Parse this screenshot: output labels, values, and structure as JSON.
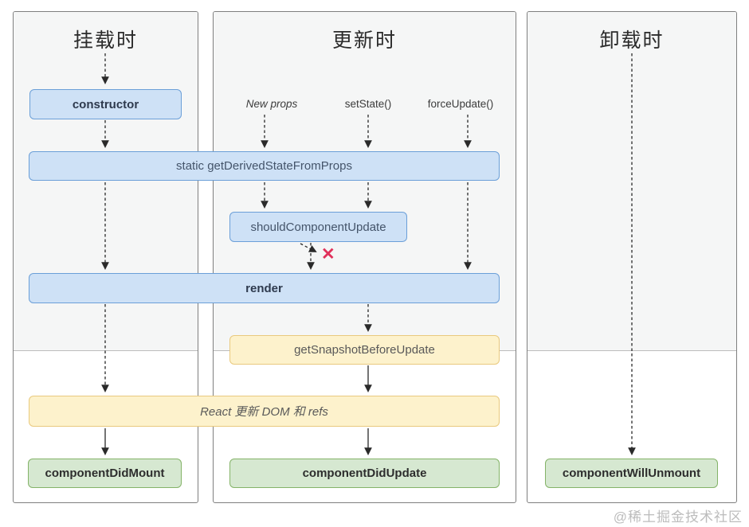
{
  "columns": [
    {
      "title": "挂载时"
    },
    {
      "title": "更新时"
    },
    {
      "title": "卸载时"
    }
  ],
  "triggers": {
    "new_props": "New props",
    "set_state": "setState()",
    "force_update": "forceUpdate()"
  },
  "nodes": {
    "constructor": "constructor",
    "get_derived_state_from_props": "static getDerivedStateFromProps",
    "should_component_update": "shouldComponentUpdate",
    "render": "render",
    "get_snapshot_before_update": "getSnapshotBeforeUpdate",
    "react_updates_dom": "React 更新 DOM 和 refs",
    "component_did_mount": "componentDidMount",
    "component_did_update": "componentDidUpdate",
    "component_will_unmount": "componentWillUnmount"
  },
  "annotations": {
    "skip_render_mark": "✕"
  },
  "watermark": "@稀土掘金技术社区",
  "colors": {
    "blue_fill": "#cee1f6",
    "blue_border": "#6b9fd8",
    "yellow_fill": "#fdf2cc",
    "yellow_border": "#e9c97e",
    "green_fill": "#d6e8d1",
    "green_border": "#84b368",
    "cancel_mark": "#e0315b",
    "panel_border": "#7f7f7f",
    "panel_top_background": "#f5f6f6"
  }
}
